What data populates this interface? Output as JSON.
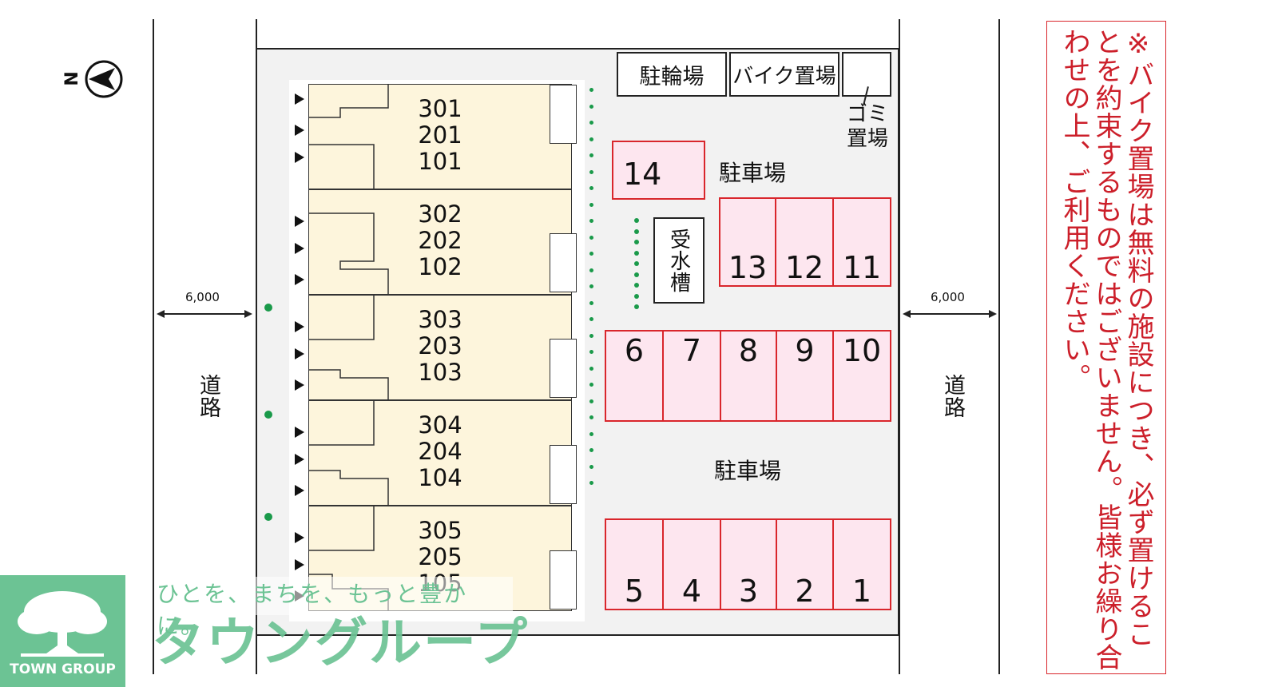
{
  "road": {
    "left_label": "道路",
    "right_label": "道路",
    "left_width": "6,000",
    "right_width": "6,000"
  },
  "compass": {
    "label": "N"
  },
  "units": [
    [
      "301",
      "201",
      "101"
    ],
    [
      "302",
      "202",
      "102"
    ],
    [
      "303",
      "203",
      "103"
    ],
    [
      "304",
      "204",
      "104"
    ],
    [
      "305",
      "205",
      "105"
    ]
  ],
  "facilities": {
    "bicycle": "駐輪場",
    "motorbike": "バイク置場",
    "garbage": "ゴミ置場",
    "water_tank": "受水槽",
    "parking_upper": "駐車場",
    "parking_lower": "駐車場"
  },
  "parking_spots": {
    "s14": "14",
    "s13": "13",
    "s12": "12",
    "s11": "11",
    "s6": "6",
    "s7": "7",
    "s8": "8",
    "s9": "9",
    "s10": "10",
    "s5": "5",
    "s4": "4",
    "s3": "3",
    "s2": "2",
    "s1": "1"
  },
  "notice": "※バイク置場は無料の施設につき、必ず置けることを約束するものではございません。皆様お繰り合わせの上、ご利用ください。",
  "logo": {
    "caption": "TOWN GROUP",
    "slogan": "ひとを、まちを、もっと豊かに。",
    "brand": "タウングループ"
  },
  "colors": {
    "parking_border": "#d9262c",
    "parking_fill": "#fde6ef",
    "unit_fill": "#fdf5dc",
    "tree_green": "#1a9a4a",
    "brand_green": "#6cc394",
    "notice_red": "#cc1f2a"
  }
}
